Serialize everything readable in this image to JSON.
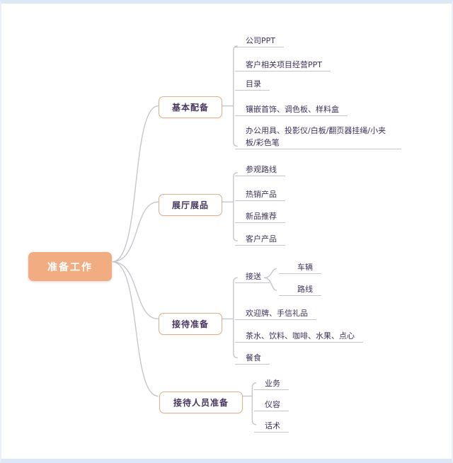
{
  "root": {
    "label": "准备工作"
  },
  "branches": [
    {
      "label": "基本配备",
      "children": [
        {
          "label": "公司PPT"
        },
        {
          "label": "客户相关项目经营PPT"
        },
        {
          "label": "目录"
        },
        {
          "label": "镶嵌首饰、调色板、样料盒"
        },
        {
          "label": "办公用具、投影仪/白板/翻页器挂绳/小夹板/彩色笔"
        }
      ]
    },
    {
      "label": "展厅展品",
      "children": [
        {
          "label": "参观路线"
        },
        {
          "label": "热销产品"
        },
        {
          "label": "新品推荐"
        },
        {
          "label": "客户产品"
        }
      ]
    },
    {
      "label": "接待准备",
      "children": [
        {
          "label": "接送",
          "children": [
            {
              "label": "车辆"
            },
            {
              "label": "路线"
            }
          ]
        },
        {
          "label": "欢迎牌、手信礼品"
        },
        {
          "label": "茶水、饮料、咖啡、水果、点心"
        },
        {
          "label": "餐食"
        }
      ]
    },
    {
      "label": "接待人员准备",
      "children": [
        {
          "label": "业务"
        },
        {
          "label": "仪容"
        },
        {
          "label": "话术"
        }
      ]
    }
  ],
  "colors": {
    "root_fill": "#f2ac82",
    "root_text": "#ffffff",
    "branch_border": "#dcb18c",
    "node_text": "#3e3158",
    "connector": "#c5c5cb",
    "frame_edge": "#dce8f5"
  }
}
